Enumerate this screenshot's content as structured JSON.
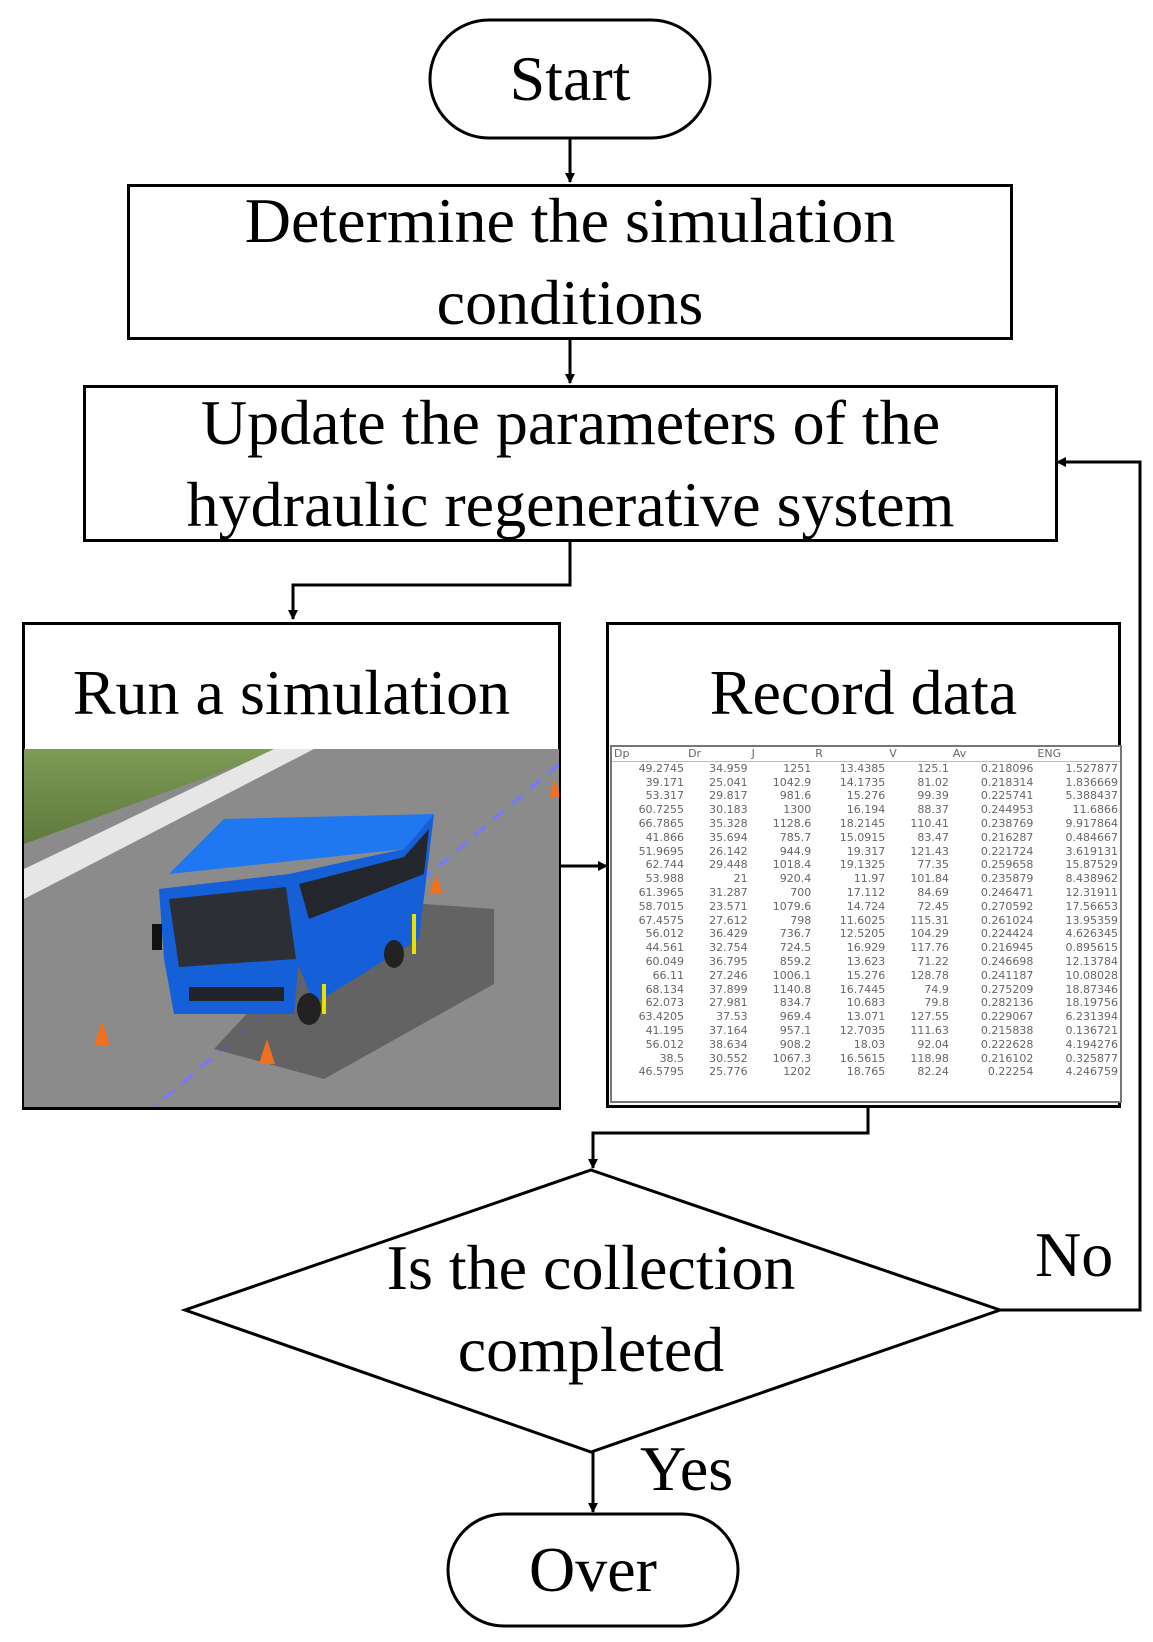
{
  "nodes": {
    "start": "Start",
    "determine_line1": "Determine the simulation",
    "determine_line2": "conditions",
    "update_line1": "Update the parameters of the",
    "update_line2": "hydraulic regenerative system",
    "run": "Run a simulation",
    "record": "Record data",
    "decision_line1": "Is the collection",
    "decision_line2": "completed",
    "over": "Over"
  },
  "edges": {
    "no": "No",
    "yes": "Yes"
  },
  "table": {
    "headers": [
      "Dp",
      "Dr",
      "J",
      "R",
      "V",
      "Av",
      "ENG"
    ],
    "rows": [
      [
        "49.2745",
        "34.959",
        "1251",
        "13.4385",
        "125.1",
        "0.218096",
        "1.527877"
      ],
      [
        "39.171",
        "25.041",
        "1042.9",
        "14.1735",
        "81.02",
        "0.218314",
        "1.836669"
      ],
      [
        "53.317",
        "29.817",
        "981.6",
        "15.276",
        "99.39",
        "0.225741",
        "5.388437"
      ],
      [
        "60.7255",
        "30.183",
        "1300",
        "16.194",
        "88.37",
        "0.244953",
        "11.6866"
      ],
      [
        "66.7865",
        "35.328",
        "1128.6",
        "18.2145",
        "110.41",
        "0.238769",
        "9.917864"
      ],
      [
        "41.866",
        "35.694",
        "785.7",
        "15.0915",
        "83.47",
        "0.216287",
        "0.484667"
      ],
      [
        "51.9695",
        "26.142",
        "944.9",
        "19.317",
        "121.43",
        "0.221724",
        "3.619131"
      ],
      [
        "62.744",
        "29.448",
        "1018.4",
        "19.1325",
        "77.35",
        "0.259658",
        "15.87529"
      ],
      [
        "53.988",
        "21",
        "920.4",
        "11.97",
        "101.84",
        "0.235879",
        "8.438962"
      ],
      [
        "61.3965",
        "31.287",
        "700",
        "17.112",
        "84.69",
        "0.246471",
        "12.31911"
      ],
      [
        "58.7015",
        "23.571",
        "1079.6",
        "14.724",
        "72.45",
        "0.270592",
        "17.56653"
      ],
      [
        "67.4575",
        "27.612",
        "798",
        "11.6025",
        "115.31",
        "0.261024",
        "13.95359"
      ],
      [
        "56.012",
        "36.429",
        "736.7",
        "12.5205",
        "104.29",
        "0.224424",
        "4.626345"
      ],
      [
        "44.561",
        "32.754",
        "724.5",
        "16.929",
        "117.76",
        "0.216945",
        "0.895615"
      ],
      [
        "60.049",
        "36.795",
        "859.2",
        "13.623",
        "71.22",
        "0.246698",
        "12.13784"
      ],
      [
        "66.11",
        "27.246",
        "1006.1",
        "15.276",
        "128.78",
        "0.241187",
        "10.08028"
      ],
      [
        "68.134",
        "37.899",
        "1140.8",
        "16.7445",
        "74.9",
        "0.275209",
        "18.87346"
      ],
      [
        "62.073",
        "27.981",
        "834.7",
        "10.683",
        "79.8",
        "0.282136",
        "18.19756"
      ],
      [
        "63.4205",
        "37.53",
        "969.4",
        "13.071",
        "127.55",
        "0.229067",
        "6.231394"
      ],
      [
        "41.195",
        "37.164",
        "957.1",
        "12.7035",
        "111.63",
        "0.215838",
        "0.136721"
      ],
      [
        "56.012",
        "38.634",
        "908.2",
        "18.03",
        "92.04",
        "0.222628",
        "4.194276"
      ],
      [
        "38.5",
        "30.552",
        "1067.3",
        "16.5615",
        "118.98",
        "0.216102",
        "0.325877"
      ],
      [
        "46.5795",
        "25.776",
        "1202",
        "18.765",
        "82.24",
        "0.22254",
        "4.246759"
      ]
    ]
  },
  "colors": {
    "bus_body": "#1560d8",
    "road": "#8a8a8a",
    "grass": "#6f8a4a",
    "cone": "#f07020",
    "arrow_marker": "#e8e000"
  }
}
